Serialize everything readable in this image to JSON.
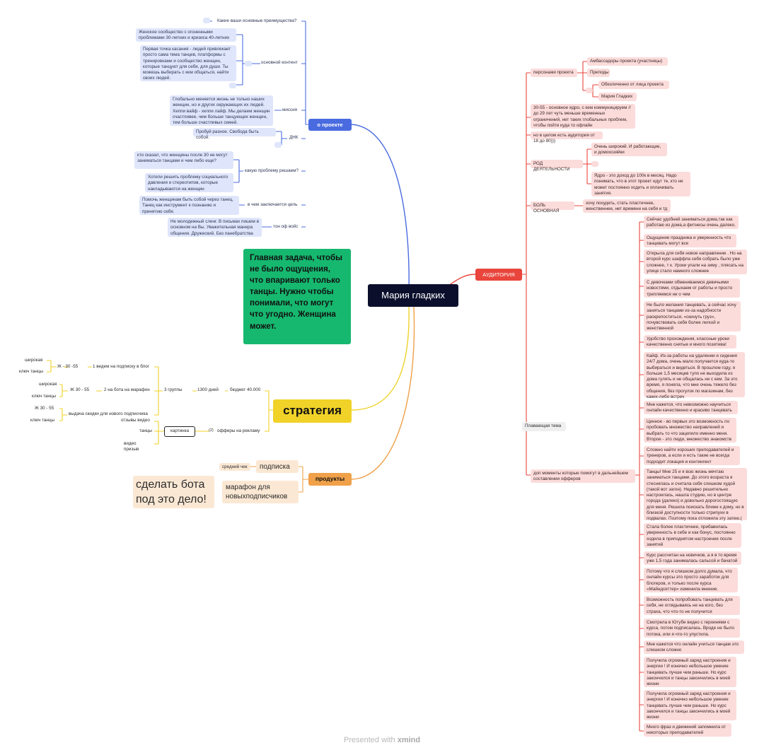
{
  "root": "Мария гладких",
  "callout": "Главная задача, чтобы не было ощущения, что впаривают только танцы. Нужно чтобы понимали, что могут что угодно. Женщина может.",
  "about": {
    "label": "о проекте",
    "advantages": "Какие ваши основные преимущества?",
    "content_label": "основной контент",
    "content_1": "Женское сообщество с огоненными проблемами 30-летних и кризиса 40-летних",
    "content_2": "Первая точка касания - людей привлекает просто сама тема танцев, платформы с тренировками и сообщество женщин, которые танцуют для себя, для души. Ты можешь выбирать с кем общаться, найти своих людей.",
    "mission_label": "миссия",
    "mission": "Глобально меняется жизнь не только наших женщин, но и других окружающих их людей. Хеппи вайф - хеппи лайф. Мы делаем женщин счастливее, чем больше танцующих женщин, тем больше счастливых семей.",
    "dna_label": "ДНК",
    "dna": "Пробуй разное. Свобода быть собой.",
    "problem_label": "какую проблему решаем?",
    "problem_1": "кто сказал, что женщины после 30 не могут заниматься танцами и чем либо еще?",
    "problem_2": "Хотели решить проблему социального давления и стереотипов, которые накладываются на женщин",
    "goal_label": "в чем заключается цель",
    "goal": "Помочь женщинам быть собой через танец. Танец как инструмент к познанию и принятию себя.",
    "tone_label": "тон оф войс",
    "tone": "Не молодежный сленг. В письмах пишем в основном на Вы. Уважительная манера общения. Дружеский. Без панебратства"
  },
  "audience": {
    "label": "АУДИТОРИЯ",
    "personas_label": "персонажи проекта",
    "personas": [
      "Амбассадоры проекта (участницы)",
      "Преподы",
      "Обезличенно от лица проекта",
      "Мария Гладких"
    ],
    "core": "30-55 - основное ядро, с кем коммуницируем // до 29 лет чуть меньше временных ограничений, нет таких глобальных проблем, чтобы пойти куда то офлайн",
    "ages": "но в целом есть аудитория от 18 до 80)))",
    "occupation_label": "РОД ДЕЯТЕЛЬНОСТИ",
    "occupation_1": "Очень широкий. И работающие, и домохозяйки",
    "occupation_2": "Ядро - это доход до 100к в месяц. Надо понимать, что в этот проект идут те, кто не может постоянно ходить и оплачивать занятия.",
    "pain_label": "БОЛЬ ОСНОВНАЯ",
    "pain": "хочу похудеть, стать пластичнее, женственнее, нет времени на себя и тд",
    "floating": "Плавающая тема",
    "extra_label": "доп моменты которые помогут в дальнейшем составлении офферов",
    "quotes": [
      "Сейчас удобней заниматься дома,так как работаю из дома,а фитнесы очень далеко.",
      "Ощущение праздника и уверенность что танцевать могут все",
      "Открыла для себя новое направление . Но на второй курс шаффла себя собрать было уже сложнее, т к. Уроки упали на зиму , плясать на улице стало намного сложнее",
      "С девочками обмениваемся девичьими новостями, отдыхаем от работы и просто трепляемся ни о чем",
      "Не было желания танцевать, а сейчас хочу заняться танцами из-за надобности раскрепоститься, «скинуть груз», почувствовать себя более легкой и женственной",
      "Удобство прохождения, классные уроки качественно снятые и много позитива!",
      "Кайф. Из-за работы на удалении и сидения 24/7 дома, очень мало получается куда-то выбираться и видеться. В прошлом году, я больше 1,5 месяцев тупо не выходила из дома гулять и не общалась ни с кем. За это время, я поняла, что мне очень тяжело без общения, без прогулок по магазинам, без каких-либо встреч",
      "Мне кажется, что невозможно научиться онлайн качественно и красиво танцевать",
      "Ценное - во первых это возможность по пробовать множество направлений и выбрать то что зацепило именно меня. Второе - это люди, множество знакомств",
      "Сложно найти хороших преподавателей и тренеров, а если и есть такие не всегда подходит локация и контингент",
      "Танцы! Мне 25 и я всю жизнь мечтаю заниматься танцами. До этого возраста я стеснялась и считала себя слишком худой (такой вот загон). Недавно решительно настроилась, нашла студию, но в центре города (далеко) и довольно дорогостоящую для меня. Решила поискать ближе к дому, но в близкой доступности только стрипухи в подвалах. Поэтому пока отложила эту затею.(",
      "Стала более пластичнее, прибавилась уверенность в себе и как бонус, постоянно ходила в приподнятом настроение после занятий",
      "Курс рассчитан на новичков, а я в то время уже 1,5 года занималась сальсой и бачатой",
      "Потому что я слишком долго думала, что онлайн курсы это просто заработок для блогеров, и только после курса «Майндсеттер» изменила мнение.",
      "Возможность попробовать танцевать для себя, не оглядываясь не на кого, без страха, что что-то не получится",
      "Смотрела в Ютубе видео с героинями с курса, потом подписалась. Вроде не было потока, или я что-то упустила.",
      "Мне кажется что онлайн учиться танцам это слишком сложно",
      "Получила огромный заряд настроения и энергии ! И конечно небольшое умение танцевать лучше чем раньше. Но курс закончился и танцы закончились в моей жизни",
      "Получила огромный заряд настроения и энергии ! И конечно небольшое умение танцевать лучше чем раньше. Но курс закончился и танцы закончились в моей жизни",
      "Много фраз и движений запомнила от некоторых преподавателей"
    ]
  },
  "strategy": {
    "label": "стратегия",
    "budget": "бюджет 40.000",
    "days": "1300 дней",
    "groups": "3 группы",
    "g1": "1 ведем на подписку в блог",
    "g1_age": "Ж - 30 -55",
    "g1_wide": "широкая",
    "g1_key": "ключ танцы",
    "g2": "2 на бота на марафон",
    "g2_age": "Ж 30 - 55",
    "g2_wide": "широкая",
    "g2_key": "ключ танцы",
    "g3": "выдача скидки для нового подписчика",
    "g3_age": "Ж 30 - 55",
    "g3_key": "ключ танцы",
    "offers": "офферы на рекламу",
    "offers_badge": "(2)",
    "picture": "картинка",
    "reviews": "отзывы видео",
    "dances": "танцы",
    "prize": "видео призыв"
  },
  "products": {
    "label": "продукты",
    "subscription": "подписка",
    "avg_check": "средний чек",
    "marathon": "марафон для новыхподписчиков",
    "bot": "сделать бота под это дело!"
  },
  "footer": {
    "prefix": "Presented with",
    "brand": "xmind"
  }
}
